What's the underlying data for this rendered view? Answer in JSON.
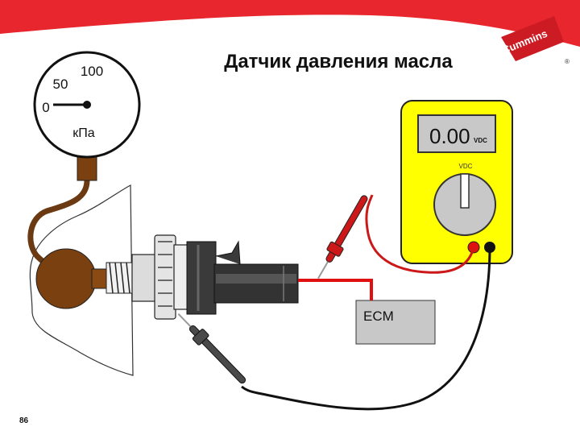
{
  "slide": {
    "title": "Датчик давления масла",
    "page_number": "86",
    "logo_text": "Cummins",
    "logo_mark": "®"
  },
  "gauge": {
    "tick_100": "100",
    "tick_50": "50",
    "tick_0": "0",
    "unit": "кПа"
  },
  "multimeter": {
    "display_value": "0.00",
    "display_unit": "VDC",
    "dial_label": "VDC"
  },
  "ecm": {
    "label": "ECM"
  },
  "colors": {
    "banner_red": "#e8262d",
    "meter_yellow": "#ffff00",
    "probe_red": "#cc1818",
    "wire_red": "#e01010",
    "wire_black": "#111111",
    "ecm_gray": "#c8c8c8",
    "hose_brown": "#6b3a12"
  }
}
